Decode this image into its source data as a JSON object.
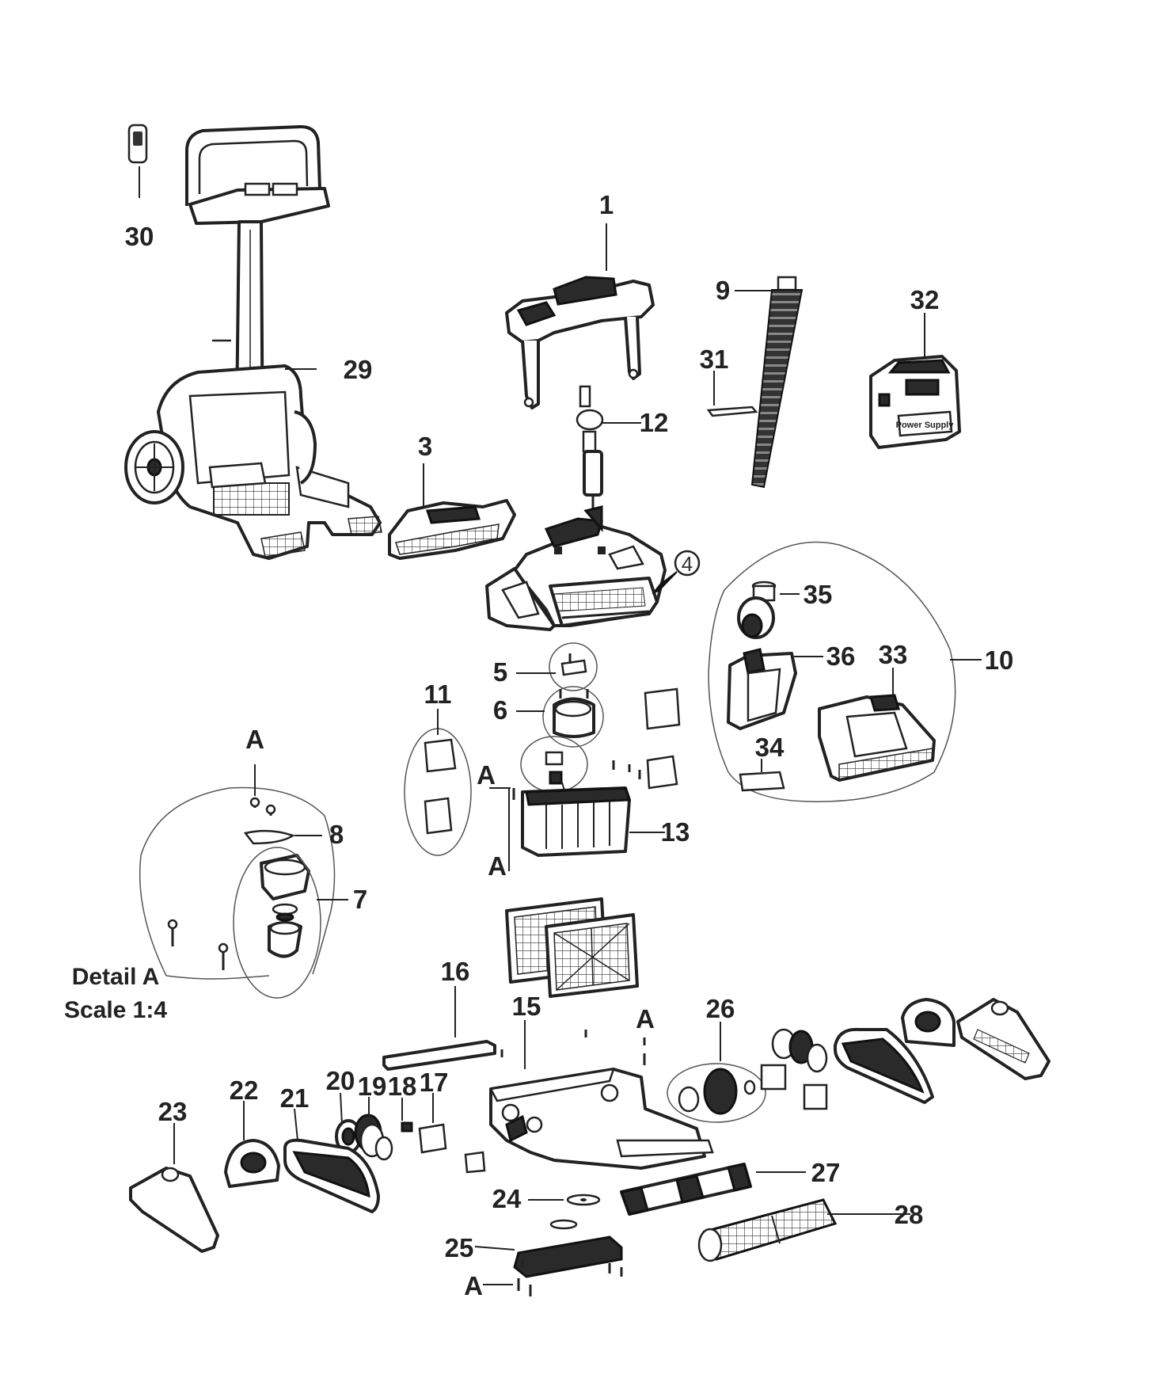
{
  "part_labels": {
    "p1": "1",
    "p3": "3",
    "p4": "4",
    "p5": "5",
    "p6": "6",
    "p7": "7",
    "p8": "8",
    "p9": "9",
    "p10": "10",
    "p11": "11",
    "p12": "12",
    "p13": "13",
    "p15": "15",
    "p16": "16",
    "p17": "17",
    "p18": "18",
    "p19": "19",
    "p20": "20",
    "p21": "21",
    "p22": "22",
    "p23": "23",
    "p24": "24",
    "p25": "25",
    "p26": "26",
    "p27": "27",
    "p28": "28",
    "p29": "29",
    "p30": "30",
    "p31": "31",
    "p32": "32",
    "p33": "33",
    "p34": "34",
    "p35": "35",
    "p36": "36"
  },
  "detail_refs": {
    "a": "A"
  },
  "detail_caption": {
    "title": "Detail A",
    "scale": "Scale 1:4"
  },
  "power_supply_text": "Power Supply"
}
